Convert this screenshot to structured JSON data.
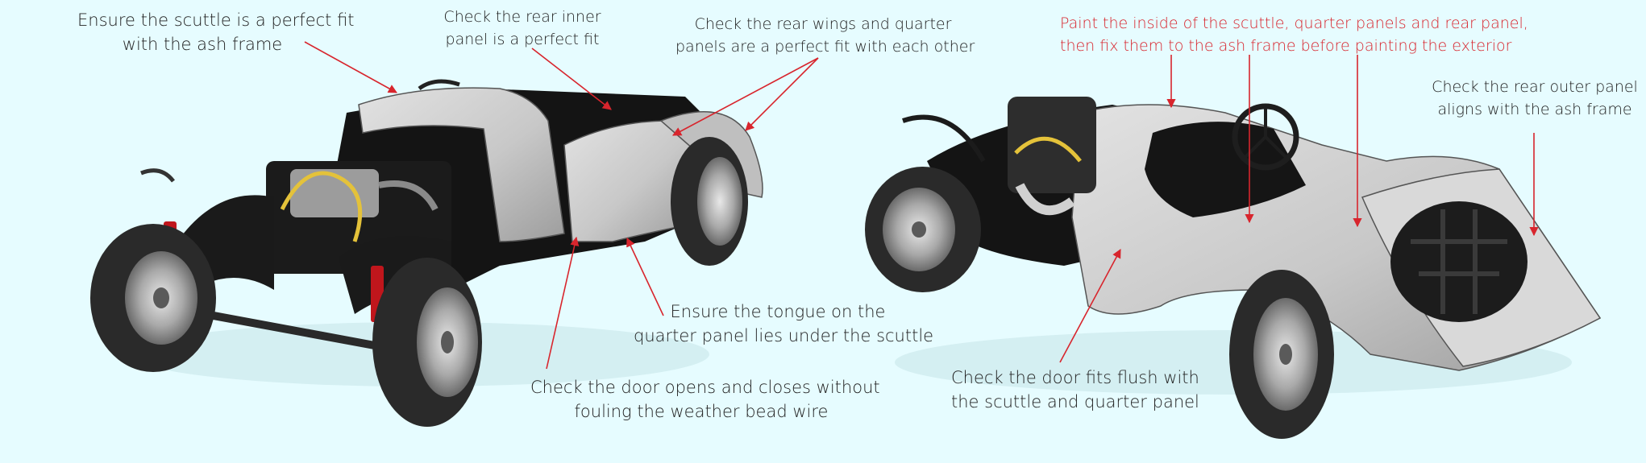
{
  "colors": {
    "background": "#e6fcff",
    "text": "#222222",
    "accent_red": "#d8252d",
    "body_panel": "#cfcfcf",
    "frame_black": "#111111",
    "tyre": "#2a2a2a",
    "wire_wheel": "#b8b8b8",
    "shock_red": "#c0161c",
    "hose_yellow": "#e4c23a"
  },
  "annotations": {
    "scuttle_fit": {
      "line1": "Ensure the scuttle is a perfect fit",
      "line2": "with the ash frame"
    },
    "rear_inner": {
      "line1": "Check the rear inner",
      "line2": "panel is a perfect fit"
    },
    "rear_wings": {
      "line1": "Check the rear wings  and  quarter",
      "line2": "panels  are a perfect fit with each other"
    },
    "tongue": {
      "line1": "Ensure the tongue on the",
      "line2": "quarter panel lies under the scuttle"
    },
    "door_opens": {
      "line1": "Check the door opens and closes without",
      "line2": "fouling the weather bead wire"
    },
    "paint_inside": {
      "line1": "Paint the inside of the scuttle, quarter panels and rear panel,",
      "line2": "then fix them to the ash frame before painting the exterior"
    },
    "rear_outer": {
      "line1": "Check the rear outer panel",
      "line2": "aligns with the ash frame"
    },
    "door_flush": {
      "line1": "Check the door fits flush with",
      "line2": "the scuttle and quarter panel"
    }
  }
}
